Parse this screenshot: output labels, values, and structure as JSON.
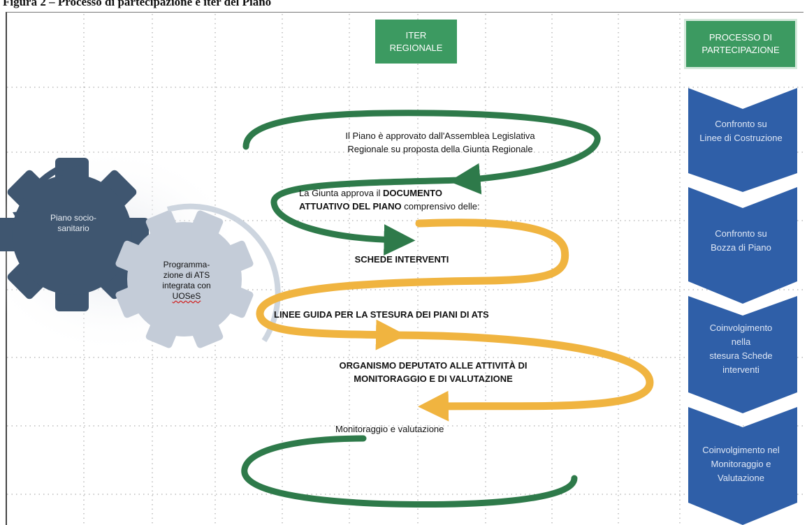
{
  "caption": "Figura 2 – Processo di partecipazione e iter del Piano",
  "headers": {
    "iter": [
      "ITER",
      "REGIONALE"
    ],
    "participation": [
      "PROCESSO DI",
      "PARTECIPAZIONE"
    ]
  },
  "gears": {
    "large": [
      "Piano socio-",
      "sanitario"
    ],
    "small": [
      "Programma-",
      "zione di ATS",
      "integrata con",
      "UOSeS"
    ]
  },
  "iter_steps": {
    "approval": [
      "Il Piano è approvato dall'Assemblea Legislativa",
      "Regionale su proposta della Giunta Regionale"
    ],
    "giunta_prefix": "La Giunta approva il ",
    "giunta_bold_1": "DOCUMENTO",
    "giunta_bold_2": "ATTUATIVO DEL PIANO",
    "giunta_suffix": " comprensivo delle:",
    "schede": "SCHEDE INTERVENTI",
    "linee_guida": "LINEE GUIDA PER LA STESURA DEI PIANI DI ATS",
    "organismo": [
      "ORGANISMO DEPUTATO ALLE ATTIVITÀ DI",
      "MONITORAGGIO E DI VALUTAZIONE"
    ],
    "monitoraggio": "Monitoraggio e valutazione"
  },
  "participation_steps": [
    [
      "Confronto su",
      "Linee di Costruzione"
    ],
    [
      "Confronto su",
      "Bozza di Piano"
    ],
    [
      "Coinvolgimento",
      "nella",
      "stesura Schede",
      "interventi"
    ],
    [
      "Coinvolgimento nel",
      "Monitoraggio e",
      "Valutazione"
    ]
  ],
  "colors": {
    "green": "#2e7a4a",
    "orange": "#f0b440",
    "chevron_blue": "#2f5fa8",
    "gear_dark": "#3f5670",
    "gear_light": "#c4ccd8",
    "header_green": "#3c9a61"
  }
}
